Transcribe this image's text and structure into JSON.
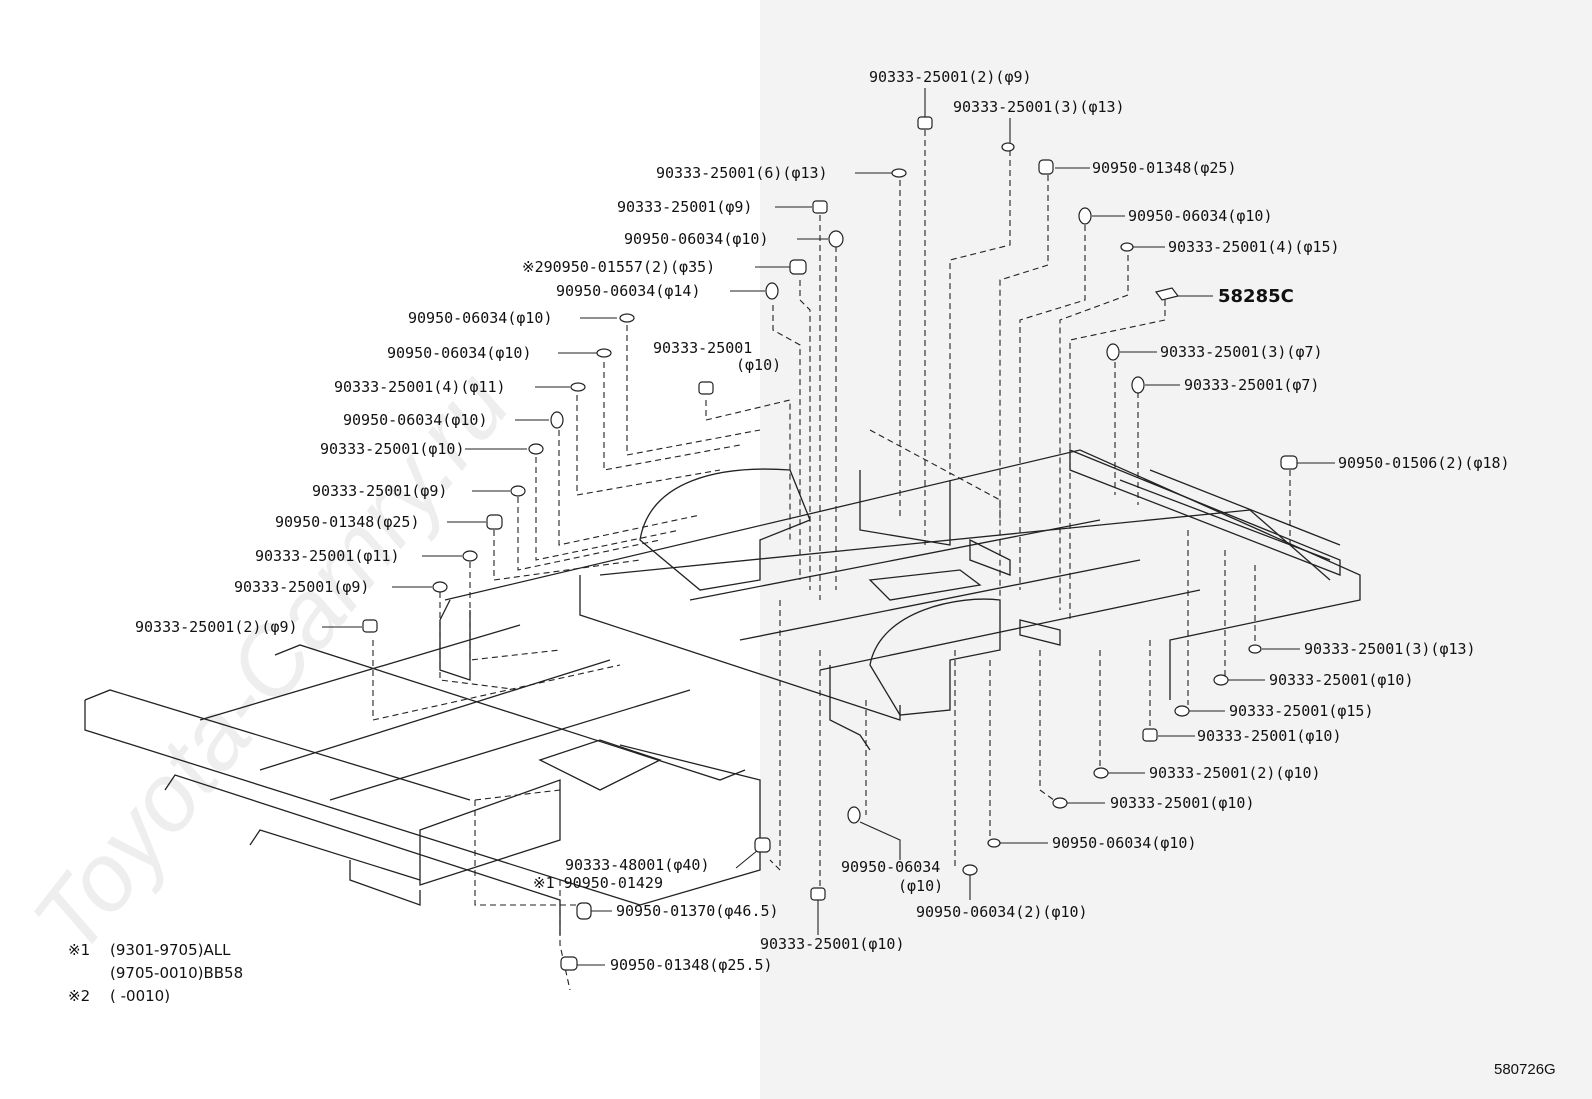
{
  "watermark": "Toyota-Camry.ru",
  "diagram_code": "580726G",
  "notes": [
    {
      "mark": "※1",
      "text": "(9301-9705)ALL"
    },
    {
      "mark": "",
      "text": "(9705-0010)BB58"
    },
    {
      "mark": "※2",
      "text": "(      -0010)"
    }
  ],
  "callouts": [
    {
      "id": "c1",
      "text": "90333-25001(2)(φ9)"
    },
    {
      "id": "c2",
      "text": "90333-25001(3)(φ13)"
    },
    {
      "id": "c3",
      "text": "90950-01348(φ25)"
    },
    {
      "id": "c4",
      "text": "90333-25001(6)(φ13)"
    },
    {
      "id": "c5",
      "text": "90950-06034(φ10)"
    },
    {
      "id": "c6",
      "text": "90333-25001(φ9)"
    },
    {
      "id": "c7",
      "text": "90333-25001(4)(φ15)"
    },
    {
      "id": "c8",
      "text": "90950-06034(φ10)"
    },
    {
      "id": "c9",
      "text": "※290950-01557(2)(φ35)"
    },
    {
      "id": "c10",
      "text": "58285C"
    },
    {
      "id": "c11",
      "text": "90950-06034(φ14)"
    },
    {
      "id": "c12",
      "text": "90950-06034(φ10)"
    },
    {
      "id": "c13",
      "text": "90333-25001(3)(φ7)"
    },
    {
      "id": "c14a",
      "text": "90333-25001"
    },
    {
      "id": "c14b",
      "text": "(φ10)"
    },
    {
      "id": "c15",
      "text": "90950-06034(φ10)"
    },
    {
      "id": "c16",
      "text": "90333-25001(φ7)"
    },
    {
      "id": "c17",
      "text": "90333-25001(4)(φ11)"
    },
    {
      "id": "c18",
      "text": "90950-06034(φ10)"
    },
    {
      "id": "c19",
      "text": "90333-25001(φ10)"
    },
    {
      "id": "c20",
      "text": "90950-01506(2)(φ18)"
    },
    {
      "id": "c21",
      "text": "90333-25001(φ9)"
    },
    {
      "id": "c22",
      "text": "90950-01348(φ25)"
    },
    {
      "id": "c23",
      "text": "90333-25001(φ11)"
    },
    {
      "id": "c24",
      "text": "90333-25001(φ9)"
    },
    {
      "id": "c25",
      "text": "90333-25001(2)(φ9)"
    },
    {
      "id": "c26",
      "text": "90333-25001(3)(φ13)"
    },
    {
      "id": "c27",
      "text": "90333-25001(φ10)"
    },
    {
      "id": "c28",
      "text": "90333-25001(φ15)"
    },
    {
      "id": "c29",
      "text": "90333-25001(φ10)"
    },
    {
      "id": "c30",
      "text": "90333-25001(2)(φ10)"
    },
    {
      "id": "c31",
      "text": "90333-25001(φ10)"
    },
    {
      "id": "c32",
      "text": "90950-06034(φ10)"
    },
    {
      "id": "c33",
      "text": "90333-48001(φ40)"
    },
    {
      "id": "c34",
      "text": "※1 90950-01429"
    },
    {
      "id": "c35a",
      "text": "90950-06034"
    },
    {
      "id": "c35b",
      "text": "(φ10)"
    },
    {
      "id": "c36",
      "text": "90950-01370(φ46.5)"
    },
    {
      "id": "c37",
      "text": "90950-06034(2)(φ10)"
    },
    {
      "id": "c38",
      "text": "90333-25001(φ10)"
    },
    {
      "id": "c39",
      "text": "90950-01348(φ25.5)"
    }
  ]
}
